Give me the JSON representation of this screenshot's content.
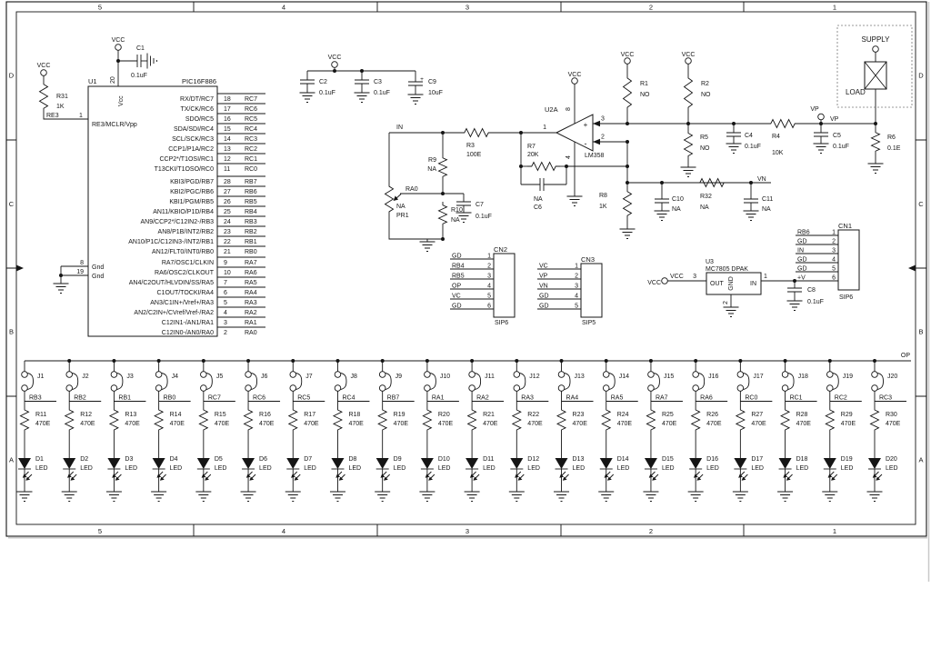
{
  "zones": {
    "cols": [
      "5",
      "4",
      "3",
      "2",
      "1"
    ],
    "rows": [
      "D",
      "C",
      "B",
      "A"
    ]
  },
  "nets": {
    "vcc": "VCC",
    "in": "IN",
    "ra0": "RA0",
    "re3": "RE3",
    "vp": "VP",
    "vn": "VN",
    "op": "OP"
  },
  "u1": {
    "ref": "U1",
    "part": "PIC16F886",
    "p1num": "1",
    "p1name": "RE3/MCLR/Vpp",
    "p20num": "20",
    "p20name": "Vcc",
    "g1num": "8",
    "g2num": "19",
    "gname": "Gnd",
    "right_pins": [
      {
        "num": "18",
        "name": "RX/DT/RC7",
        "net": "RC7"
      },
      {
        "num": "17",
        "name": "TX/CK/RC6",
        "net": "RC6"
      },
      {
        "num": "16",
        "name": "SDO/RC5",
        "net": "RC5"
      },
      {
        "num": "15",
        "name": "SDA/SDI/RC4",
        "net": "RC4"
      },
      {
        "num": "14",
        "name": "SCL/SCK/RC3",
        "net": "RC3"
      },
      {
        "num": "13",
        "name": "CCP1/P1A/RC2",
        "net": "RC2"
      },
      {
        "num": "12",
        "name": "CCP2*/T1OSI/RC1",
        "net": "RC1"
      },
      {
        "num": "11",
        "name": "T13CKI/T1OSO/RC0",
        "net": "RC0"
      },
      {
        "num": "28",
        "name": "KBI3/PGD/RB7",
        "net": "RB7"
      },
      {
        "num": "27",
        "name": "KBI2/PGC/RB6",
        "net": "RB6"
      },
      {
        "num": "26",
        "name": "KBI1/PGM/RB5",
        "net": "RB5"
      },
      {
        "num": "25",
        "name": "AN11/KBIO/P1D/RB4",
        "net": "RB4"
      },
      {
        "num": "24",
        "name": "AN9/CCP2*/C12IN2-/RB3",
        "net": "RB3"
      },
      {
        "num": "23",
        "name": "AN8/P1B/INT2/RB2",
        "net": "RB2"
      },
      {
        "num": "22",
        "name": "AN10/P1C/C12IN3-/INT2/RB1",
        "net": "RB1"
      },
      {
        "num": "21",
        "name": "AN12/FLT0/INT0/RB0",
        "net": "RB0"
      },
      {
        "num": "9",
        "name": "RA7/OSC1/CLKIN",
        "net": "RA7"
      },
      {
        "num": "10",
        "name": "RA6/OSC2/CLKOUT",
        "net": "RA6"
      },
      {
        "num": "7",
        "name": "AN4/C2OUT/HLVDIN/SS/RA5",
        "net": "RA5"
      },
      {
        "num": "6",
        "name": "C1OUT/TOCKI/RA4",
        "net": "RA4"
      },
      {
        "num": "5",
        "name": "AN3/C1IN+/Vref+/RA3",
        "net": "RA3"
      },
      {
        "num": "4",
        "name": "AN2/C2IN+/CVref/Vref-/RA2",
        "net": "RA2"
      },
      {
        "num": "3",
        "name": "C12IN1-/AN1/RA1",
        "net": "RA1"
      },
      {
        "num": "2",
        "name": "C12IN0-/AN0/RA0",
        "net": "RA0"
      }
    ]
  },
  "r31": {
    "ref": "R31",
    "val": "1K"
  },
  "c1": {
    "ref": "C1",
    "val": "0.1uF"
  },
  "c2": {
    "ref": "C2",
    "val": "0.1uF"
  },
  "c3": {
    "ref": "C3",
    "val": "0.1uF"
  },
  "c9": {
    "ref": "C9",
    "val": "10uF",
    "plus": "+"
  },
  "amp": {
    "ref": "U2A",
    "part": "LM358",
    "p_out": "1",
    "p_plus": "3",
    "p_minus": "2",
    "p_vcc": "8",
    "p_gnd": "4",
    "plus": "+",
    "minus": "-"
  },
  "r3": {
    "ref": "R3",
    "val": "100E"
  },
  "r7": {
    "ref": "R7",
    "val": "20K"
  },
  "c6": {
    "ref": "C6",
    "val": "NA"
  },
  "r9": {
    "ref": "R9",
    "val": "NA"
  },
  "r10": {
    "ref": "R10",
    "val": "NA"
  },
  "pr1": {
    "ref": "PR1",
    "val": "NA"
  },
  "c7": {
    "ref": "C7",
    "val": "0.1uF"
  },
  "r1": {
    "ref": "R1",
    "val": "NO"
  },
  "r2": {
    "ref": "R2",
    "val": "NO"
  },
  "r5": {
    "ref": "R5",
    "val": "NO"
  },
  "r8": {
    "ref": "R8",
    "val": "1K"
  },
  "c4": {
    "ref": "C4",
    "val": "0.1uF"
  },
  "r4": {
    "ref": "R4",
    "val": "10K"
  },
  "c5": {
    "ref": "C5",
    "val": "0.1uF"
  },
  "r6": {
    "ref": "R6",
    "val": "0.1E"
  },
  "c10": {
    "ref": "C10",
    "val": "NA"
  },
  "r32": {
    "ref": "R32",
    "val": "NA"
  },
  "c11": {
    "ref": "C11",
    "val": "NA"
  },
  "c8": {
    "ref": "C8",
    "val": "0.1uF"
  },
  "supply": {
    "title": "SUPPLY",
    "load": "LOAD"
  },
  "u3": {
    "ref": "U3",
    "part": "MC7805 DPAK",
    "out": "OUT",
    "gnd": "GND",
    "inp": "IN",
    "p_out": "3",
    "p_gnd": "2",
    "p_in": "1"
  },
  "cn1": {
    "ref": "CN1",
    "type": "SIP6",
    "pins": [
      [
        "1",
        "RB6"
      ],
      [
        "2",
        "GD"
      ],
      [
        "3",
        "IN"
      ],
      [
        "4",
        "GD"
      ],
      [
        "5",
        "GD"
      ],
      [
        "6",
        "+V"
      ]
    ]
  },
  "cn2": {
    "ref": "CN2",
    "type": "SIP6",
    "pins": [
      [
        "1",
        "GD"
      ],
      [
        "2",
        "RB4"
      ],
      [
        "3",
        "RB5"
      ],
      [
        "4",
        "OP"
      ],
      [
        "5",
        "VC"
      ],
      [
        "6",
        "GD"
      ]
    ]
  },
  "cn3": {
    "ref": "CN3",
    "type": "SIP5",
    "pins": [
      [
        "1",
        "VC"
      ],
      [
        "2",
        "VP"
      ],
      [
        "3",
        "VN"
      ],
      [
        "4",
        "GD"
      ],
      [
        "5",
        "GD"
      ]
    ]
  },
  "channels": [
    {
      "j": "J1",
      "net": "RB3",
      "r": "R11",
      "rv": "470E",
      "d": "D1",
      "dv": "LED"
    },
    {
      "j": "J2",
      "net": "RB2",
      "r": "R12",
      "rv": "470E",
      "d": "D2",
      "dv": "LED"
    },
    {
      "j": "J3",
      "net": "RB1",
      "r": "R13",
      "rv": "470E",
      "d": "D3",
      "dv": "LED"
    },
    {
      "j": "J4",
      "net": "RB0",
      "r": "R14",
      "rv": "470E",
      "d": "D4",
      "dv": "LED"
    },
    {
      "j": "J5",
      "net": "RC7",
      "r": "R15",
      "rv": "470E",
      "d": "D5",
      "dv": "LED"
    },
    {
      "j": "J6",
      "net": "RC6",
      "r": "R16",
      "rv": "470E",
      "d": "D6",
      "dv": "LED"
    },
    {
      "j": "J7",
      "net": "RC5",
      "r": "R17",
      "rv": "470E",
      "d": "D7",
      "dv": "LED"
    },
    {
      "j": "J8",
      "net": "RC4",
      "r": "R18",
      "rv": "470E",
      "d": "D8",
      "dv": "LED"
    },
    {
      "j": "J9",
      "net": "RB7",
      "r": "R19",
      "rv": "470E",
      "d": "D9",
      "dv": "LED"
    },
    {
      "j": "J10",
      "net": "RA1",
      "r": "R20",
      "rv": "470E",
      "d": "D10",
      "dv": "LED"
    },
    {
      "j": "J11",
      "net": "RA2",
      "r": "R21",
      "rv": "470E",
      "d": "D11",
      "dv": "LED"
    },
    {
      "j": "J12",
      "net": "RA3",
      "r": "R22",
      "rv": "470E",
      "d": "D12",
      "dv": "LED"
    },
    {
      "j": "J13",
      "net": "RA4",
      "r": "R23",
      "rv": "470E",
      "d": "D13",
      "dv": "LED"
    },
    {
      "j": "J14",
      "net": "RA5",
      "r": "R24",
      "rv": "470E",
      "d": "D14",
      "dv": "LED"
    },
    {
      "j": "J15",
      "net": "RA7",
      "r": "R25",
      "rv": "470E",
      "d": "D15",
      "dv": "LED"
    },
    {
      "j": "J16",
      "net": "RA6",
      "r": "R26",
      "rv": "470E",
      "d": "D16",
      "dv": "LED"
    },
    {
      "j": "J17",
      "net": "RC0",
      "r": "R27",
      "rv": "470E",
      "d": "D17",
      "dv": "LED"
    },
    {
      "j": "J18",
      "net": "RC1",
      "r": "R28",
      "rv": "470E",
      "d": "D18",
      "dv": "LED"
    },
    {
      "j": "J19",
      "net": "RC2",
      "r": "R29",
      "rv": "470E",
      "d": "D19",
      "dv": "LED"
    },
    {
      "j": "J20",
      "net": "RC3",
      "r": "R30",
      "rv": "470E",
      "d": "D20",
      "dv": "LED"
    }
  ]
}
